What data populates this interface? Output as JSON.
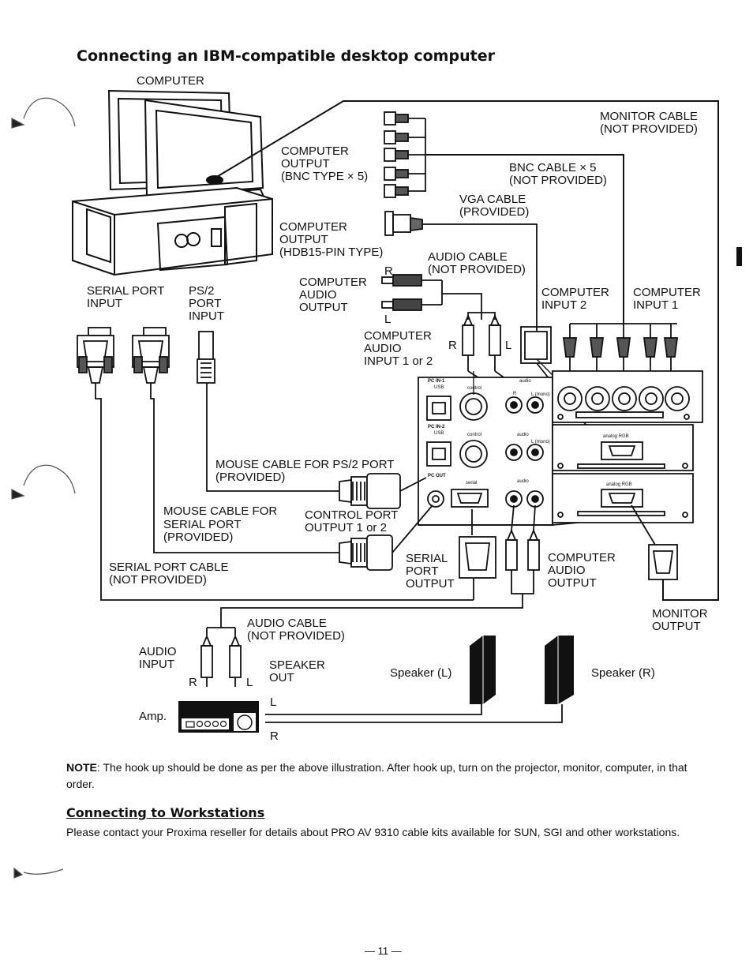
{
  "title": "Connecting an IBM-compatible desktop computer",
  "diagram": {
    "computer": "COMPUTER",
    "monitor_cable": "MONITOR CABLE\n(NOT PROVIDED)",
    "computer_output_bnc": "COMPUTER\nOUTPUT\n(BNC TYPE × 5)",
    "bnc_cable": "BNC CABLE × 5\n(NOT PROVIDED)",
    "vga_cable": "VGA CABLE\n(PROVIDED)",
    "computer_output_hdb": "COMPUTER\nOUTPUT\n(HDB15-PIN TYPE)",
    "audio_cable_top": "AUDIO CABLE\n(NOT PROVIDED)",
    "r_top": "R",
    "l_top": "L",
    "computer_audio_output": "COMPUTER\nAUDIO\nOUTPUT",
    "serial_port_input": "SERIAL PORT\nINPUT",
    "ps2_port_input": "PS/2\nPORT\nINPUT",
    "computer_input_2": "COMPUTER\nINPUT 2",
    "computer_input_1": "COMPUTER\nINPUT 1",
    "computer_audio_input": "COMPUTER\nAUDIO\nINPUT 1 or 2",
    "r_mid": "R",
    "l_mid": "L",
    "mouse_cable_ps2": "MOUSE CABLE FOR PS/2 PORT\n(PROVIDED)",
    "mouse_cable_serial_1": "MOUSE CABLE FOR",
    "mouse_cable_serial_2": "SERIAL PORT\n(PROVIDED)",
    "control_port": "CONTROL PORT\nOUTPUT 1 or 2",
    "serial_port_cable": "SERIAL PORT CABLE\n(NOT PROVIDED)",
    "serial_port_output": "SERIAL\nPORT\nOUTPUT",
    "computer_audio_output_2": "COMPUTER\nAUDIO\nOUTPUT",
    "monitor_output": "MONITOR\nOUTPUT",
    "audio_cable_bottom": "AUDIO CABLE\n(NOT PROVIDED)",
    "audio_input": "AUDIO\nINPUT",
    "r_amp": "R",
    "l_amp": "L",
    "speaker_out": "SPEAKER\nOUT",
    "speaker_l": "Speaker (L)",
    "speaker_r": "Speaker (R)",
    "amp": "Amp.",
    "out_l": "L",
    "out_r": "R",
    "panel": {
      "pc_in_1": "PC IN-1",
      "pc_in_2": "PC IN-2",
      "pc_out": "PC OUT",
      "usb": "USB",
      "control": "control",
      "audio": "audio",
      "r": "R",
      "l_mono": "L (mono)",
      "serial": "serial",
      "analog_rgb": "analog RGB"
    }
  },
  "note": {
    "label": "NOTE",
    "text": ": The hook up should be done as per the above illustration. After hook up, turn on the projector, monitor, computer, in that order."
  },
  "section2_title": "Connecting to Workstations",
  "section2_text": "Please contact your Proxima reseller for details about PRO AV 9310 cable kits available for SUN, SGI and other workstations.",
  "page_number": "— 11 —"
}
